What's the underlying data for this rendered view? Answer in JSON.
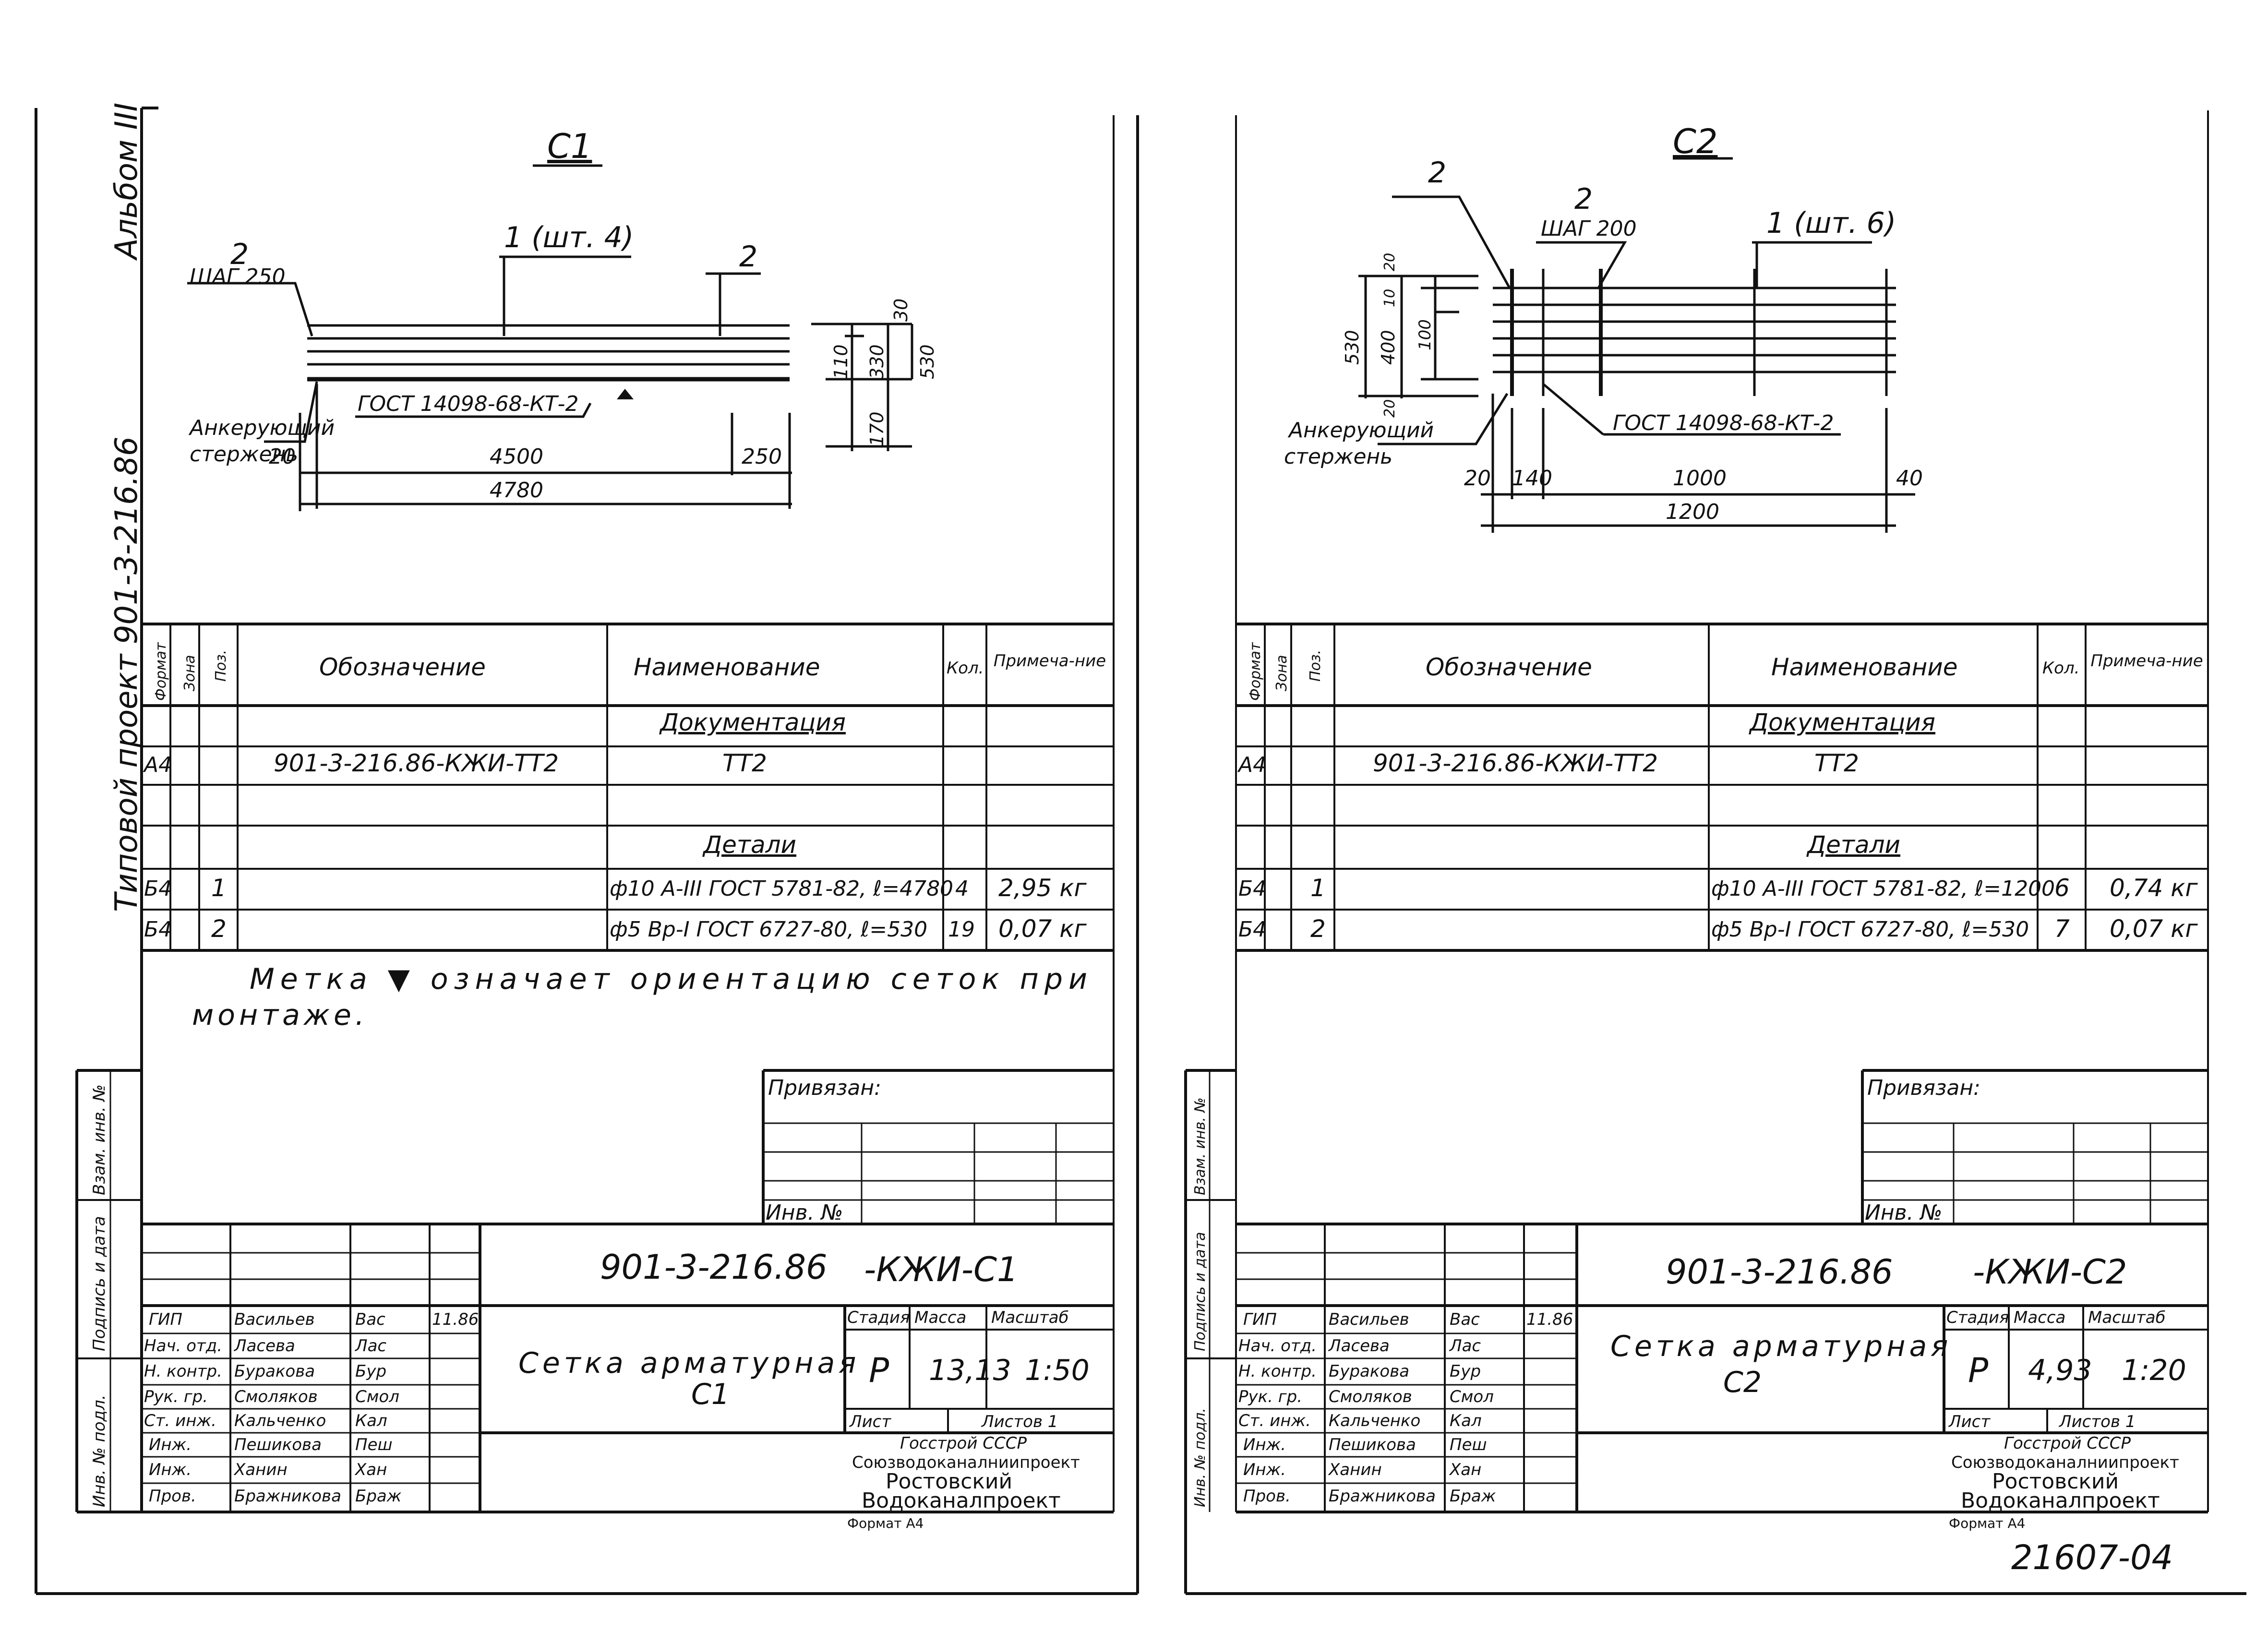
{
  "album": "Альбом III",
  "project_label": "Типовой проект 901-3-216.86",
  "side_stamp": {
    "inv_podl": "Инв. № подл.",
    "podpis_data": "Подпись и дата",
    "vzam_inv": "Взам. инв. №"
  },
  "sheet1": {
    "drawing": {
      "title": "С1",
      "lbl_2a": "2",
      "lbl_step": "ШАГ 250",
      "lbl_1": "1 (шт. 4)",
      "lbl_2b": "2",
      "gost": "ГОСТ 14098-68-КТ-2",
      "anchor1": "Анкерующий",
      "anchor2": "стержень",
      "d20": "20",
      "d4500": "4500",
      "d250": "250",
      "d4780": "4780",
      "d30": "30",
      "d110": "110",
      "d330": "330",
      "d530": "530",
      "d170": "170"
    },
    "table": {
      "h_format": "Формат",
      "h_zona": "Зона",
      "h_poz": "Поз.",
      "h_oboz": "Обозначение",
      "h_naim": "Наименование",
      "h_kol": "Кол.",
      "h_prim": "Примеча-ние",
      "section_doc": "Документация",
      "doc_format": "А4",
      "doc_oboz": "901-3-216.86-КЖИ-ТТ2",
      "doc_naim": "ТТ2",
      "section_det": "Детали",
      "rows": [
        {
          "format": "Б4",
          "poz": "1",
          "naim": "ф10 А-III ГОСТ 5781-82, ℓ=4780",
          "kol": "4",
          "prim": "2,95 кг"
        },
        {
          "format": "Б4",
          "poz": "2",
          "naim": "ф5 Вр-I ГОСТ 6727-80, ℓ=530",
          "kol": "19",
          "prim": "0,07 кг"
        }
      ]
    },
    "note1": "Метка ▼ означает ориентацию сеток при",
    "note2": "монтаже.",
    "privyazan": "Привязан:",
    "inv_no": "Инв. №",
    "code": "901-3-216.86",
    "code_suffix": "-КЖИ-С1",
    "name1": "Сетка арматурная",
    "name2": "С1",
    "stage_h": "Стадия",
    "mass_h": "Масса",
    "scale_h": "Масштаб",
    "stage": "Р",
    "mass": "13,13",
    "scale": "1:50",
    "list": "Лист",
    "listov": "Листов 1",
    "org1": "Госстрой СССР",
    "org2": "Союзводоканалниипроект",
    "org3": "Ростовский",
    "org4": "Водоканалпроект",
    "format": "Формат А4",
    "people": [
      {
        "role": "ГИП",
        "name": "Васильев",
        "sign": "Вас",
        "date": "11.86"
      },
      {
        "role": "Нач. отд.",
        "name": "Ласева",
        "sign": "Лас",
        "date": ""
      },
      {
        "role": "Н. контр.",
        "name": "Буракова",
        "sign": "Бур",
        "date": ""
      },
      {
        "role": "Рук. гр.",
        "name": "Смоляков",
        "sign": "Смол",
        "date": ""
      },
      {
        "role": "Ст. инж.",
        "name": "Кальченко",
        "sign": "Кал",
        "date": ""
      },
      {
        "role": "Инж.",
        "name": "Пешикова",
        "sign": "Пеш",
        "date": ""
      },
      {
        "role": "Инж.",
        "name": "Ханин",
        "sign": "Хан",
        "date": ""
      },
      {
        "role": "Пров.",
        "name": "Бражникова",
        "sign": "Браж",
        "date": ""
      }
    ]
  },
  "sheet2": {
    "drawing": {
      "title": "С2",
      "lbl_2a": "2",
      "lbl_2b": "2",
      "lbl_step": "ШАГ 200",
      "lbl_1": "1 (шт. 6)",
      "gost": "ГОСТ 14098-68-КТ-2",
      "anchor1": "Анкерующий",
      "anchor2": "стержень",
      "d20a": "20",
      "d140": "140",
      "d1000": "1000",
      "d40": "40",
      "d1200": "1200",
      "d530": "530",
      "d20top": "20",
      "d10": "10",
      "d400": "400",
      "d100": "100",
      "d20bot": "20"
    },
    "table": {
      "h_format": "Формат",
      "h_zona": "Зона",
      "h_poz": "Поз.",
      "h_oboz": "Обозначение",
      "h_naim": "Наименование",
      "h_kol": "Кол.",
      "h_prim": "Примеча-ние",
      "section_doc": "Документация",
      "doc_format": "А4",
      "doc_oboz": "901-3-216.86-КЖИ-ТТ2",
      "doc_naim": "ТТ2",
      "section_det": "Детали",
      "rows": [
        {
          "format": "Б4",
          "poz": "1",
          "naim": "ф10 А-III ГОСТ 5781-82, ℓ=1200",
          "kol": "6",
          "prim": "0,74 кг"
        },
        {
          "format": "Б4",
          "poz": "2",
          "naim": "ф5 Вр-I ГОСТ 6727-80, ℓ=530",
          "kol": "7",
          "prim": "0,07 кг"
        }
      ]
    },
    "privyazan": "Привязан:",
    "inv_no": "Инв. №",
    "code": "901-3-216.86",
    "code_suffix": "-КЖИ-С2",
    "name1": "Сетка арматурная",
    "name2": "С2",
    "stage_h": "Стадия",
    "mass_h": "Масса",
    "scale_h": "Масштаб",
    "stage": "Р",
    "mass": "4,93",
    "scale": "1:20",
    "list": "Лист",
    "listov": "Листов 1",
    "org1": "Госстрой СССР",
    "org2": "Союзводоканалниипроект",
    "org3": "Ростовский",
    "org4": "Водоканалпроект",
    "format": "Формат А4",
    "people": [
      {
        "role": "ГИП",
        "name": "Васильев",
        "sign": "Вас",
        "date": "11.86"
      },
      {
        "role": "Нач. отд.",
        "name": "Ласева",
        "sign": "Лас",
        "date": ""
      },
      {
        "role": "Н. контр.",
        "name": "Буракова",
        "sign": "Бур",
        "date": ""
      },
      {
        "role": "Рук. гр.",
        "name": "Смоляков",
        "sign": "Смол",
        "date": ""
      },
      {
        "role": "Ст. инж.",
        "name": "Кальченко",
        "sign": "Кал",
        "date": ""
      },
      {
        "role": "Инж.",
        "name": "Пешикова",
        "sign": "Пеш",
        "date": ""
      },
      {
        "role": "Инж.",
        "name": "Ханин",
        "sign": "Хан",
        "date": ""
      },
      {
        "role": "Пров.",
        "name": "Бражникова",
        "sign": "Браж",
        "date": ""
      }
    ]
  },
  "archive_no": "21607-04"
}
